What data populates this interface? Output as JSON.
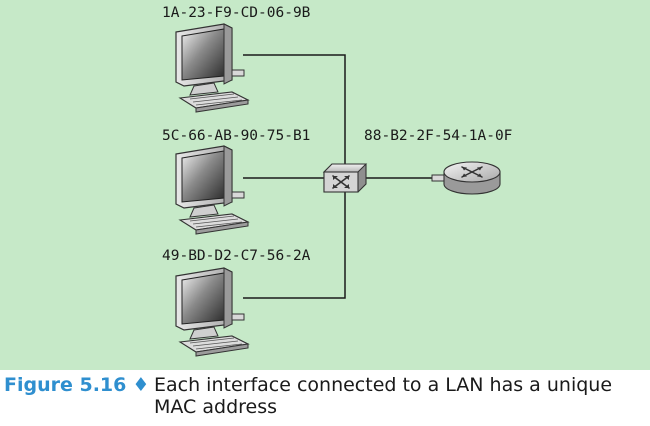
{
  "colors": {
    "background": "#c6e9c8",
    "caption_accent": "#2f8fcf",
    "wire": "#1a1a1a"
  },
  "hosts": [
    {
      "mac": "1A-23-F9-CD-06-9B",
      "icon": "computer-icon"
    },
    {
      "mac": "5C-66-AB-90-75-B1",
      "icon": "computer-icon"
    },
    {
      "mac": "49-BD-D2-C7-56-2A",
      "icon": "computer-icon"
    }
  ],
  "switch": {
    "icon": "switch-icon"
  },
  "router": {
    "mac": "88-B2-2F-54-1A-0F",
    "icon": "router-icon"
  },
  "caption": {
    "figure": "Figure 5.16",
    "separator": "♦",
    "text": "Each interface connected to a LAN has a unique MAC address"
  }
}
